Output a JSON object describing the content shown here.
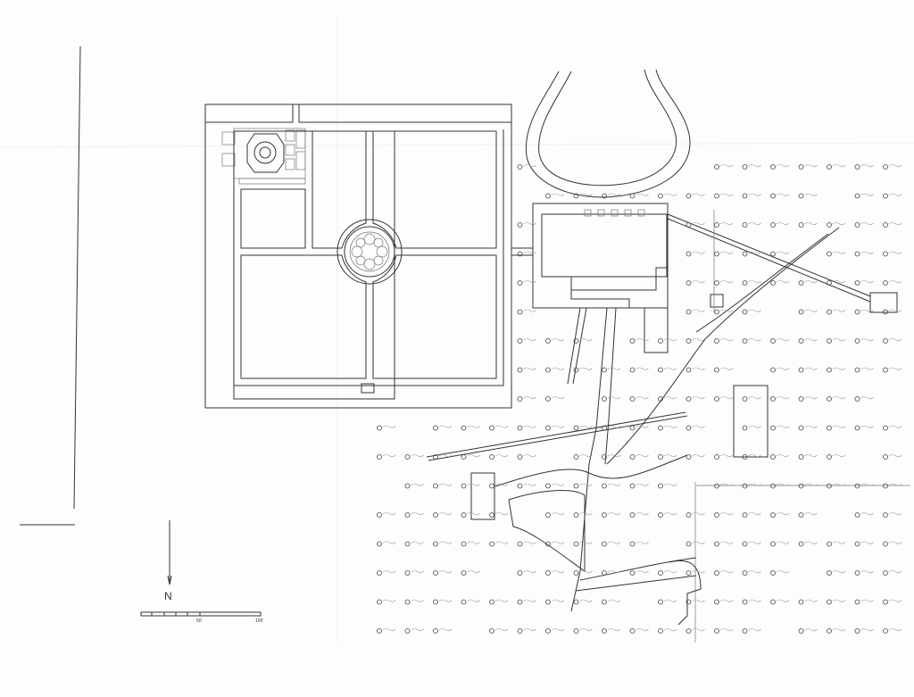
{
  "map": {
    "north_label": "N",
    "scale_labels": [
      "50'",
      "100'"
    ]
  }
}
